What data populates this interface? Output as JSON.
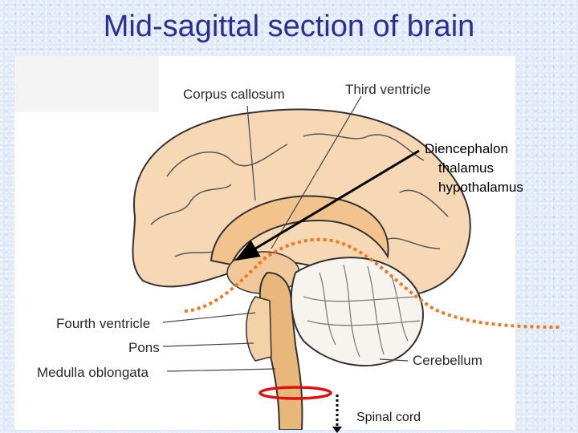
{
  "slide": {
    "title": "Mid-sagittal section of brain"
  },
  "figure_labels": {
    "corpus_callosum": "Corpus callosum",
    "third_ventricle": "Third ventricle",
    "fourth_ventricle": "Fourth ventricle",
    "pons": "Pons",
    "medulla_oblongata": "Medulla oblongata",
    "cerebellum": "Cerebellum"
  },
  "annotations": {
    "diencephalon": "Diencephalon",
    "thalamus": "thalamus",
    "hypothalamus": "hypothalamus",
    "spinal_cord": "Spinal cord"
  },
  "colors": {
    "title": "#2a2f96",
    "brain_fill": "#f0c89a",
    "brainstem_fill": "#e9b77a",
    "dotted_line": "#f07820",
    "ellipse": "#e01010",
    "arrow": "#000000"
  }
}
